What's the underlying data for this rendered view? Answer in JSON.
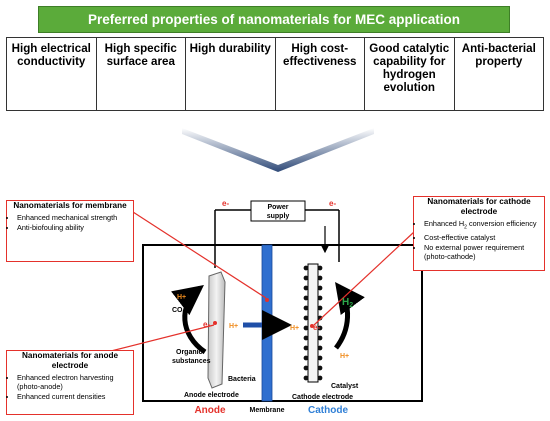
{
  "banner": {
    "title": "Preferred properties of nanomaterials for MEC application"
  },
  "properties": [
    "High electrical conductivity",
    "High specific surface area",
    "High durability",
    "High cost-effectiveness",
    "Good catalytic capability for hydrogen evolution",
    "Anti-bacterial property"
  ],
  "membrane_box": {
    "title": "Nanomaterials for membrane",
    "items": [
      "Enhanced mechanical strength",
      "Anti-biofouling ability"
    ]
  },
  "cathode_box": {
    "title": "Nanomaterials for cathode electrode",
    "items": [
      "Enhanced H2 conversion efficiency",
      "Cost-effective catalyst",
      "No external power requirement (photo-cathode)"
    ]
  },
  "anode_box": {
    "title": "Nanomaterials for anode electrode",
    "items": [
      "Enhanced electron harvesting (photo-anode)",
      "Enhanced current densities"
    ]
  },
  "cell": {
    "power_supply": "Power supply",
    "e_left": "e-",
    "e_right": "e-",
    "e_anode": "e-",
    "e_cathode": "e-",
    "h_anode_top": "H+",
    "h_membrane": "H+",
    "h_cathode_left": "H+",
    "h_cathode_bottom": "H+",
    "co2": "CO2",
    "h2": "H2",
    "organic": "Organic substances",
    "bacteria": "Bacteria",
    "catalyst": "Catalyst",
    "anode_electrode": "Anode electrode",
    "cathode_electrode": "Cathode electrode",
    "anode": "Anode",
    "membrane": "Membrane",
    "cathode": "Cathode"
  },
  "colors": {
    "banner": "#5bab3a",
    "highlight_red": "#e4312b",
    "membrane_blue": "#2f6fcf",
    "arrow_blue": "#1f4fa8",
    "proton_orange": "#f08c1e",
    "h2_green": "#2da84a",
    "cathode_label": "#2f7fd6"
  }
}
